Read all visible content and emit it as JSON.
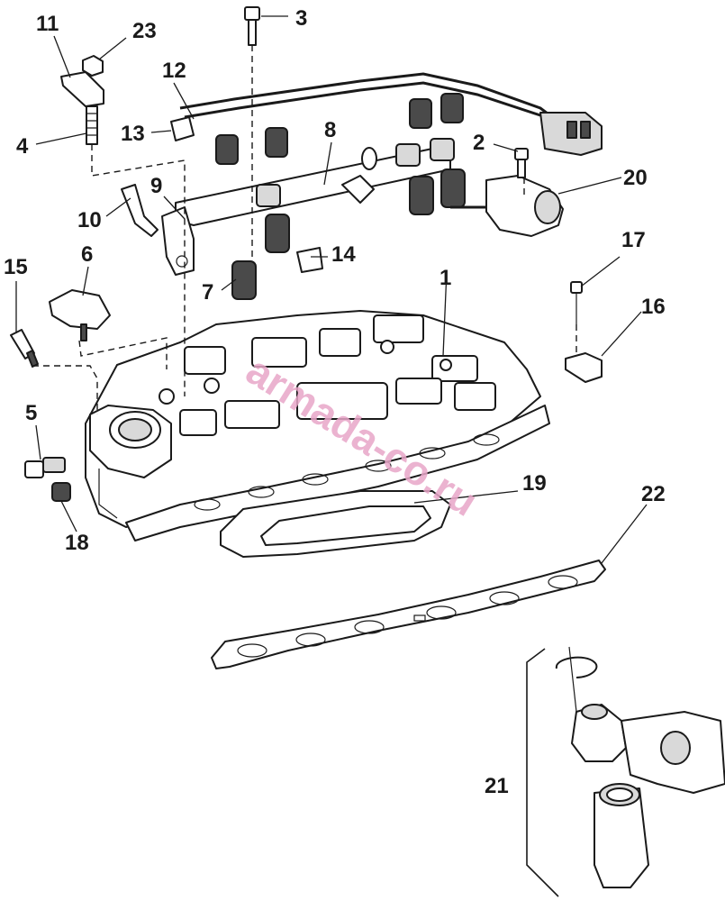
{
  "watermark": "armada-co.ru",
  "callouts": {
    "c1": "1",
    "c2": "2",
    "c3": "3",
    "c4": "4",
    "c5": "5",
    "c6": "6",
    "c7": "7",
    "c8": "8",
    "c9": "9",
    "c10": "10",
    "c11": "11",
    "c12": "12",
    "c13": "13",
    "c14": "14",
    "c15": "15",
    "c16": "16",
    "c17": "17",
    "c18": "18",
    "c19": "19",
    "c20": "20",
    "c21": "21",
    "c22": "22",
    "c23": "23"
  }
}
